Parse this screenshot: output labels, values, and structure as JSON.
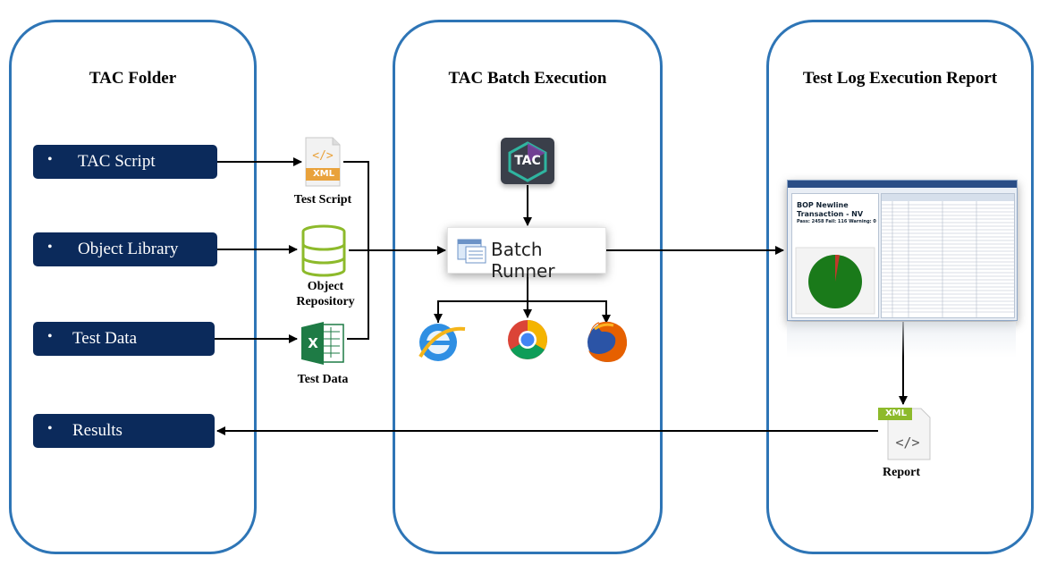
{
  "panels": {
    "left": {
      "title": "TAC Folder"
    },
    "middle": {
      "title": "TAC Batch Execution"
    },
    "right": {
      "title": "Test Log Execution Report"
    }
  },
  "nav_items": [
    {
      "bullet": "•",
      "label": "TAC Script"
    },
    {
      "bullet": "•",
      "label": "Object Library"
    },
    {
      "bullet": "•",
      "label": "Test Data"
    },
    {
      "bullet": "•",
      "label": "Results"
    }
  ],
  "icons": {
    "test_script": {
      "label": "Test Script",
      "badge": "XML"
    },
    "object_repository": {
      "label_line1": "Object",
      "label_line2": "Repository"
    },
    "test_data": {
      "label": "Test Data",
      "badge": "X"
    },
    "report": {
      "label": "Report",
      "badge": "XML"
    },
    "tac_logo": {
      "text": "TAC"
    },
    "batch_runner": {
      "label": "Batch Runner"
    }
  },
  "report_screenshot": {
    "title_line1": "BOP Newline",
    "title_line2": "Transaction - NV",
    "stats": "Pass: 2458 Fail: 116 Warning: 0",
    "chart_colors": {
      "pass": "#1A7A1A",
      "fail": "#C0392B"
    }
  },
  "colors": {
    "panel_border": "#2E75B6",
    "nav_box": "#0B2A5B",
    "arrow": "#000000"
  }
}
